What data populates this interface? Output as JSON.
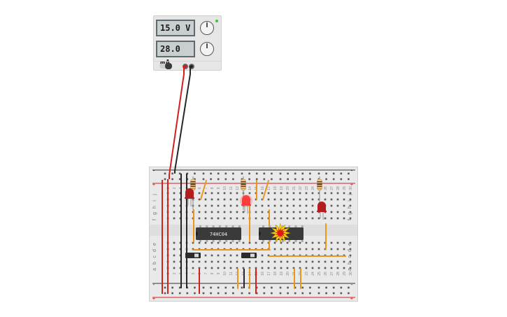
{
  "power_supply": {
    "voltage_display": "15.0 V",
    "current_display": "28.0 mA"
  },
  "breadboard": {
    "rail_signs": [
      "-",
      "+",
      "-",
      "+"
    ],
    "row_letters_top": [
      "j",
      "i",
      "h",
      "g",
      "f"
    ],
    "row_letters_bottom": [
      "e",
      "d",
      "c",
      "b",
      "a"
    ],
    "column_numbers": [
      "1",
      "2",
      "3",
      "4",
      "5",
      "6",
      "7",
      "8",
      "9",
      "10",
      "11",
      "12",
      "13",
      "14",
      "15",
      "16",
      "17",
      "18",
      "19",
      "20",
      "21",
      "22",
      "23",
      "24",
      "25",
      "26",
      "27",
      "28",
      "29",
      "30"
    ]
  },
  "chips": [
    {
      "label": "74HC04"
    },
    {
      "label": ""
    }
  ],
  "colors": {
    "wire_positive": "#d51f1f",
    "wire_negative": "#262626",
    "wire_jumper": "#e9961d",
    "led_red": "#b31d1d",
    "led_bright": "#ff3b3b",
    "chip_body": "#3a3a3a",
    "burst": "#f8d512",
    "burst_core": "#e0181a"
  }
}
